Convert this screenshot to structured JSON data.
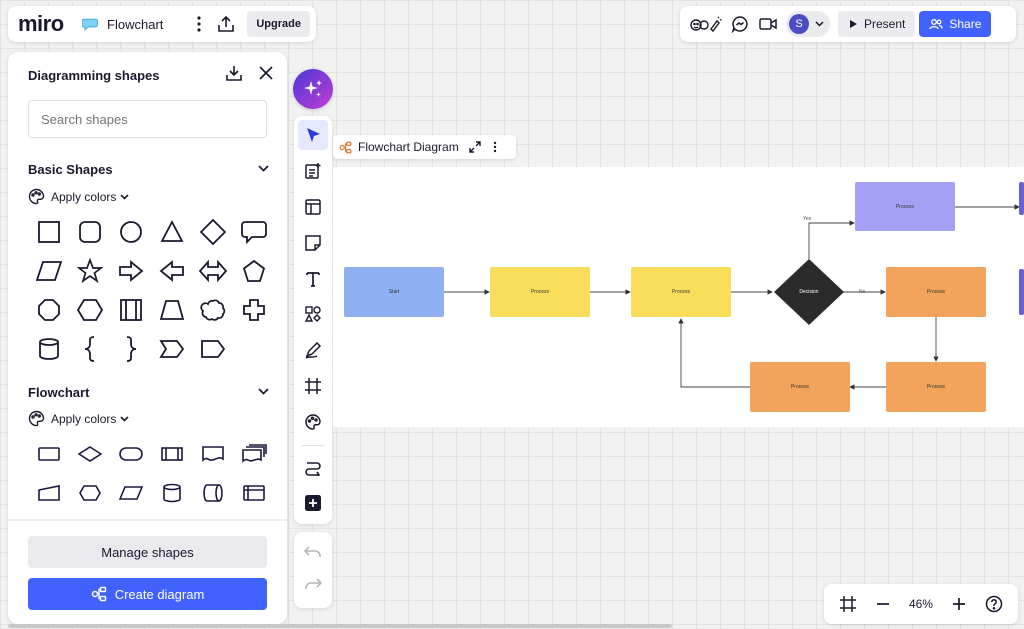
{
  "header": {
    "logo": "miro",
    "board_title": "Flowchart",
    "upgrade_label": "Upgrade"
  },
  "topbar_right": {
    "avatar_initial": "S",
    "present_label": "Present",
    "share_label": "Share"
  },
  "shapes_panel": {
    "title": "Diagramming shapes",
    "search_placeholder": "Search shapes",
    "basic_section": {
      "title": "Basic Shapes",
      "apply_colors": "Apply colors",
      "shapes": [
        "square",
        "rounded-square",
        "circle",
        "triangle",
        "diamond",
        "speech-bubble",
        "parallelogram",
        "star",
        "arrow-right",
        "arrow-left",
        "double-arrow",
        "pentagon",
        "octagon",
        "hexagon",
        "process-bars",
        "trapezoid",
        "cloud",
        "cross",
        "cylinder",
        "brace-left",
        "brace-right",
        "chevron",
        "tag"
      ]
    },
    "flowchart_section": {
      "title": "Flowchart",
      "apply_colors": "Apply colors",
      "shapes": [
        "fc-process",
        "fc-decision",
        "fc-terminator",
        "fc-predefined",
        "fc-document",
        "fc-multi-document",
        "fc-manual-input",
        "fc-preparation",
        "fc-data",
        "fc-database",
        "fc-direct-data",
        "fc-internal-storage"
      ]
    },
    "manage_label": "Manage shapes",
    "create_label": "Create diagram"
  },
  "frame": {
    "label": "Flowchart Diagram"
  },
  "diagram": {
    "nodes": {
      "start": "Start",
      "process1": "Process",
      "process2": "Process",
      "decision": "Decision",
      "process_yes": "Process",
      "process_no": "Process",
      "process_low_right": "Process",
      "process_low_left": "Process"
    },
    "edges": {
      "yes": "Yes",
      "no": "No"
    },
    "colors": {
      "start": "#8fb0f2",
      "process_yellow": "#f9dd5b",
      "decision": "#2b2b2b",
      "process_purple": "#a3a0f6",
      "process_orange": "#f2a35c"
    }
  },
  "zoom": {
    "level": "46%"
  },
  "colors": {
    "accent": "#4262ff"
  }
}
